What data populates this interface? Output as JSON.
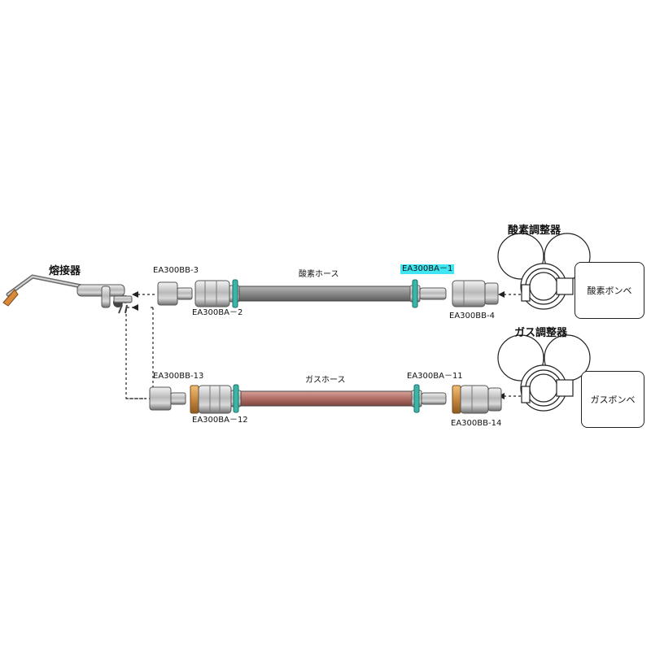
{
  "torch_label": "熔接器",
  "oxygen": {
    "regulator_label": "酸素調整器",
    "cylinder_label": "酸素ボンベ",
    "hose_label": "酸素ホース",
    "part_left_plug": "EA300BB-3",
    "part_left_socket": "EA300BA－2",
    "part_right_plug": "EA300BA－1",
    "part_right_socket": "EA300BB-4"
  },
  "gas": {
    "regulator_label": "ガス調整器",
    "cylinder_label": "ガスボンベ",
    "hose_label": "ガスホース",
    "part_left_plug": "EA300BB-13",
    "part_left_socket": "EA300BA－12",
    "part_right_plug": "EA300BA－11",
    "part_right_socket": "EA300BB-14"
  },
  "colors": {
    "oxygen_hose": "#8a8a8a",
    "gas_hose": "#b06e66",
    "highlight": "#3fe6f2",
    "clip": "#3bb5a8",
    "brass": "#c9883e"
  }
}
